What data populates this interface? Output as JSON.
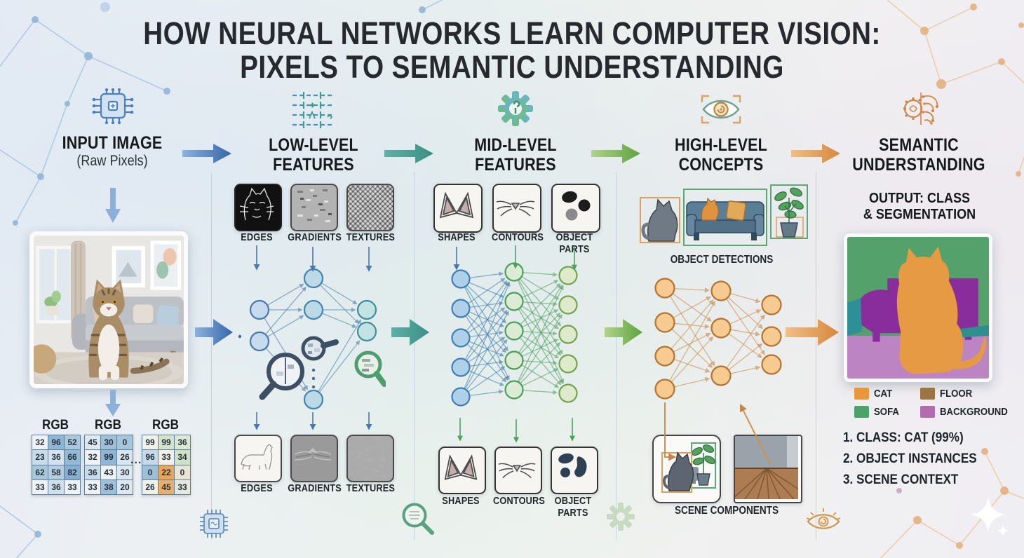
{
  "title": {
    "line1": "HOW NEURAL NETWORKS LEARN COMPUTER VISION:",
    "line2": "PIXELS TO SEMANTIC UNDERSTANDING"
  },
  "palette": {
    "stage_blue": "#3f7fb5",
    "stage_teal": "#3f8f85",
    "stage_green": "#4f9f63",
    "stage_orange": "#d5873c"
  },
  "stages": [
    {
      "id": "input",
      "icon": "chip-icon",
      "title": "INPUT IMAGE",
      "subtitle": "(Raw Pixels)",
      "accent": "#4a7fc1"
    },
    {
      "id": "low",
      "icon": "filter-grid-icon",
      "title": "LOW-LEVEL",
      "title2": "FEATURES",
      "accent": "#3f7fb5"
    },
    {
      "id": "mid",
      "icon": "gear-wrench-icon",
      "title": "MID-LEVEL",
      "title2": "FEATURES",
      "accent": "#4f9f63"
    },
    {
      "id": "high",
      "icon": "eye-scan-icon",
      "title": "HIGH-LEVEL",
      "title2": "CONCEPTS",
      "accent": "#d5873c"
    },
    {
      "id": "semantic",
      "icon": "brain-gear-icon",
      "title": "SEMANTIC",
      "title2": "UNDERSTANDING",
      "accent": "#d5873c"
    }
  ],
  "input": {
    "rgb_label": "RGB",
    "ellipsis": "...",
    "matrices": [
      {
        "values": [
          [
            32,
            96,
            52
          ],
          [
            23,
            36,
            66
          ],
          [
            62,
            58,
            82
          ],
          [
            33,
            36,
            33
          ]
        ],
        "colors": [
          [
            "#eef2f6",
            "#8fb6d4",
            "#a9c7dd"
          ],
          [
            "#c8dbe9",
            "#d4e2ee",
            "#93b9d6"
          ],
          [
            "#a7c6dc",
            "#b3cde0",
            "#86aed0"
          ],
          [
            "#eef2f6",
            "#cfe0ed",
            "#eef2f6"
          ]
        ]
      },
      {
        "values": [
          [
            45,
            30,
            0
          ],
          [
            32,
            99,
            26
          ],
          [
            36,
            43,
            30
          ],
          [
            33,
            38,
            20
          ]
        ],
        "colors": [
          [
            "#dde8f0",
            "#9dc0d8",
            "#a5c5db"
          ],
          [
            "#eef2f6",
            "#8fb6d4",
            "#d8e4ee"
          ],
          [
            "#c9dcea",
            "#eef2f6",
            "#dce7f0"
          ],
          [
            "#eef2f6",
            "#9dc0d8",
            "#dce7f0"
          ]
        ]
      },
      {
        "values": [
          [
            99,
            99,
            36
          ],
          [
            96,
            33,
            34
          ],
          [
            0,
            22,
            0
          ],
          [
            26,
            45,
            33
          ]
        ],
        "colors": [
          [
            "#f1f0ea",
            "#d3e3cb",
            "#dbe8d4"
          ],
          [
            "#c5d9e8",
            "#f0efe8",
            "#cfe0c6"
          ],
          [
            "#9dc0d8",
            "#e9a45c",
            "#e8e4d4"
          ],
          [
            "#f0efe8",
            "#e8b06a",
            "#e5e9dd"
          ]
        ]
      }
    ]
  },
  "low": {
    "tiles_top": [
      "EDGES",
      "GRADIENTS",
      "TEXTURES"
    ],
    "tiles_bottom": [
      "EDGES",
      "GRADIENTS",
      "TEXTURES"
    ]
  },
  "mid": {
    "tiles_top": [
      "SHAPES",
      "CONTOURS",
      "OBJECT PARTS"
    ],
    "tiles_bottom": [
      "SHAPES",
      "CONTOURS",
      "OBJECT PARTS"
    ]
  },
  "high": {
    "detections_label": "OBJECT DETECTIONS",
    "scene_label": "SCENE COMPONENTS"
  },
  "semantic": {
    "output_line1": "OUTPUT: CLASS",
    "output_line2": "& SEGMENTATION",
    "legend": [
      {
        "label": "CAT",
        "color": "#e8973c"
      },
      {
        "label": "FLOOR",
        "color": "#9c7445"
      },
      {
        "label": "SOFA",
        "color": "#4ba36b"
      },
      {
        "label": "BACKGROUND",
        "color": "#b46cb0"
      }
    ],
    "results": [
      "1. CLASS: CAT (99%)",
      "2. OBJECT INSTANCES",
      "3. SCENE CONTEXT"
    ]
  }
}
